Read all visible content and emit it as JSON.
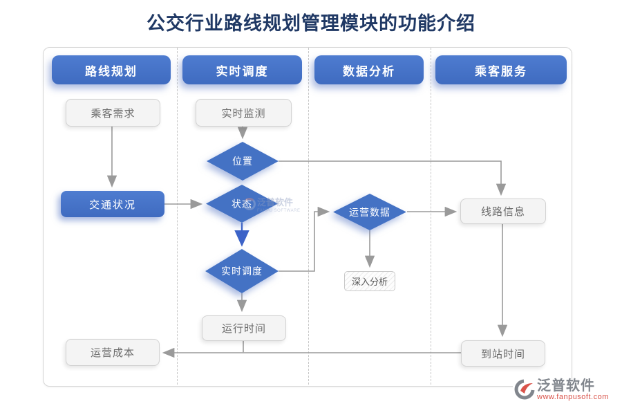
{
  "title": "公交行业路线规划管理模块的功能介绍",
  "lanes": [
    {
      "label": "路线规划"
    },
    {
      "label": "实时调度"
    },
    {
      "label": "数据分析"
    },
    {
      "label": "乘客服务"
    }
  ],
  "nodes": {
    "passenger_demand": "乘客需求",
    "realtime_monitor": "实时监测",
    "location": "位置",
    "status": "状态",
    "traffic_condition": "交通状况",
    "realtime_dispatch": "实时调度",
    "operating_data": "运营数据",
    "route_info": "线路信息",
    "deep_analysis": "深入分析",
    "running_time": "运行时间",
    "operating_cost": "运营成本",
    "arrival_time": "到站时间"
  },
  "edges": [
    {
      "from": "passenger_demand",
      "to": "traffic_condition"
    },
    {
      "from": "realtime_monitor",
      "to": "location"
    },
    {
      "from": "location",
      "to": "route_info"
    },
    {
      "from": "traffic_condition",
      "to": "status"
    },
    {
      "from": "status",
      "to": "realtime_dispatch"
    },
    {
      "from": "realtime_dispatch",
      "to": "operating_data"
    },
    {
      "from": "operating_data",
      "to": "route_info"
    },
    {
      "from": "operating_data",
      "to": "deep_analysis"
    },
    {
      "from": "realtime_dispatch",
      "to": "running_time"
    },
    {
      "from": "route_info",
      "to": "arrival_time"
    },
    {
      "from": "running_time",
      "to": "operating_cost"
    },
    {
      "from": "arrival_time",
      "to": "operating_cost"
    }
  ],
  "watermark": {
    "brand": "泛普软件",
    "brand_sub": "FANPU SOFTWARE",
    "url": "www.fanpusoft.com"
  },
  "colors": {
    "accent_blue": "#4472C4",
    "title_navy": "#1F3864",
    "arrow_gray": "#9a9a9a",
    "watermark_red": "#D9534A"
  }
}
